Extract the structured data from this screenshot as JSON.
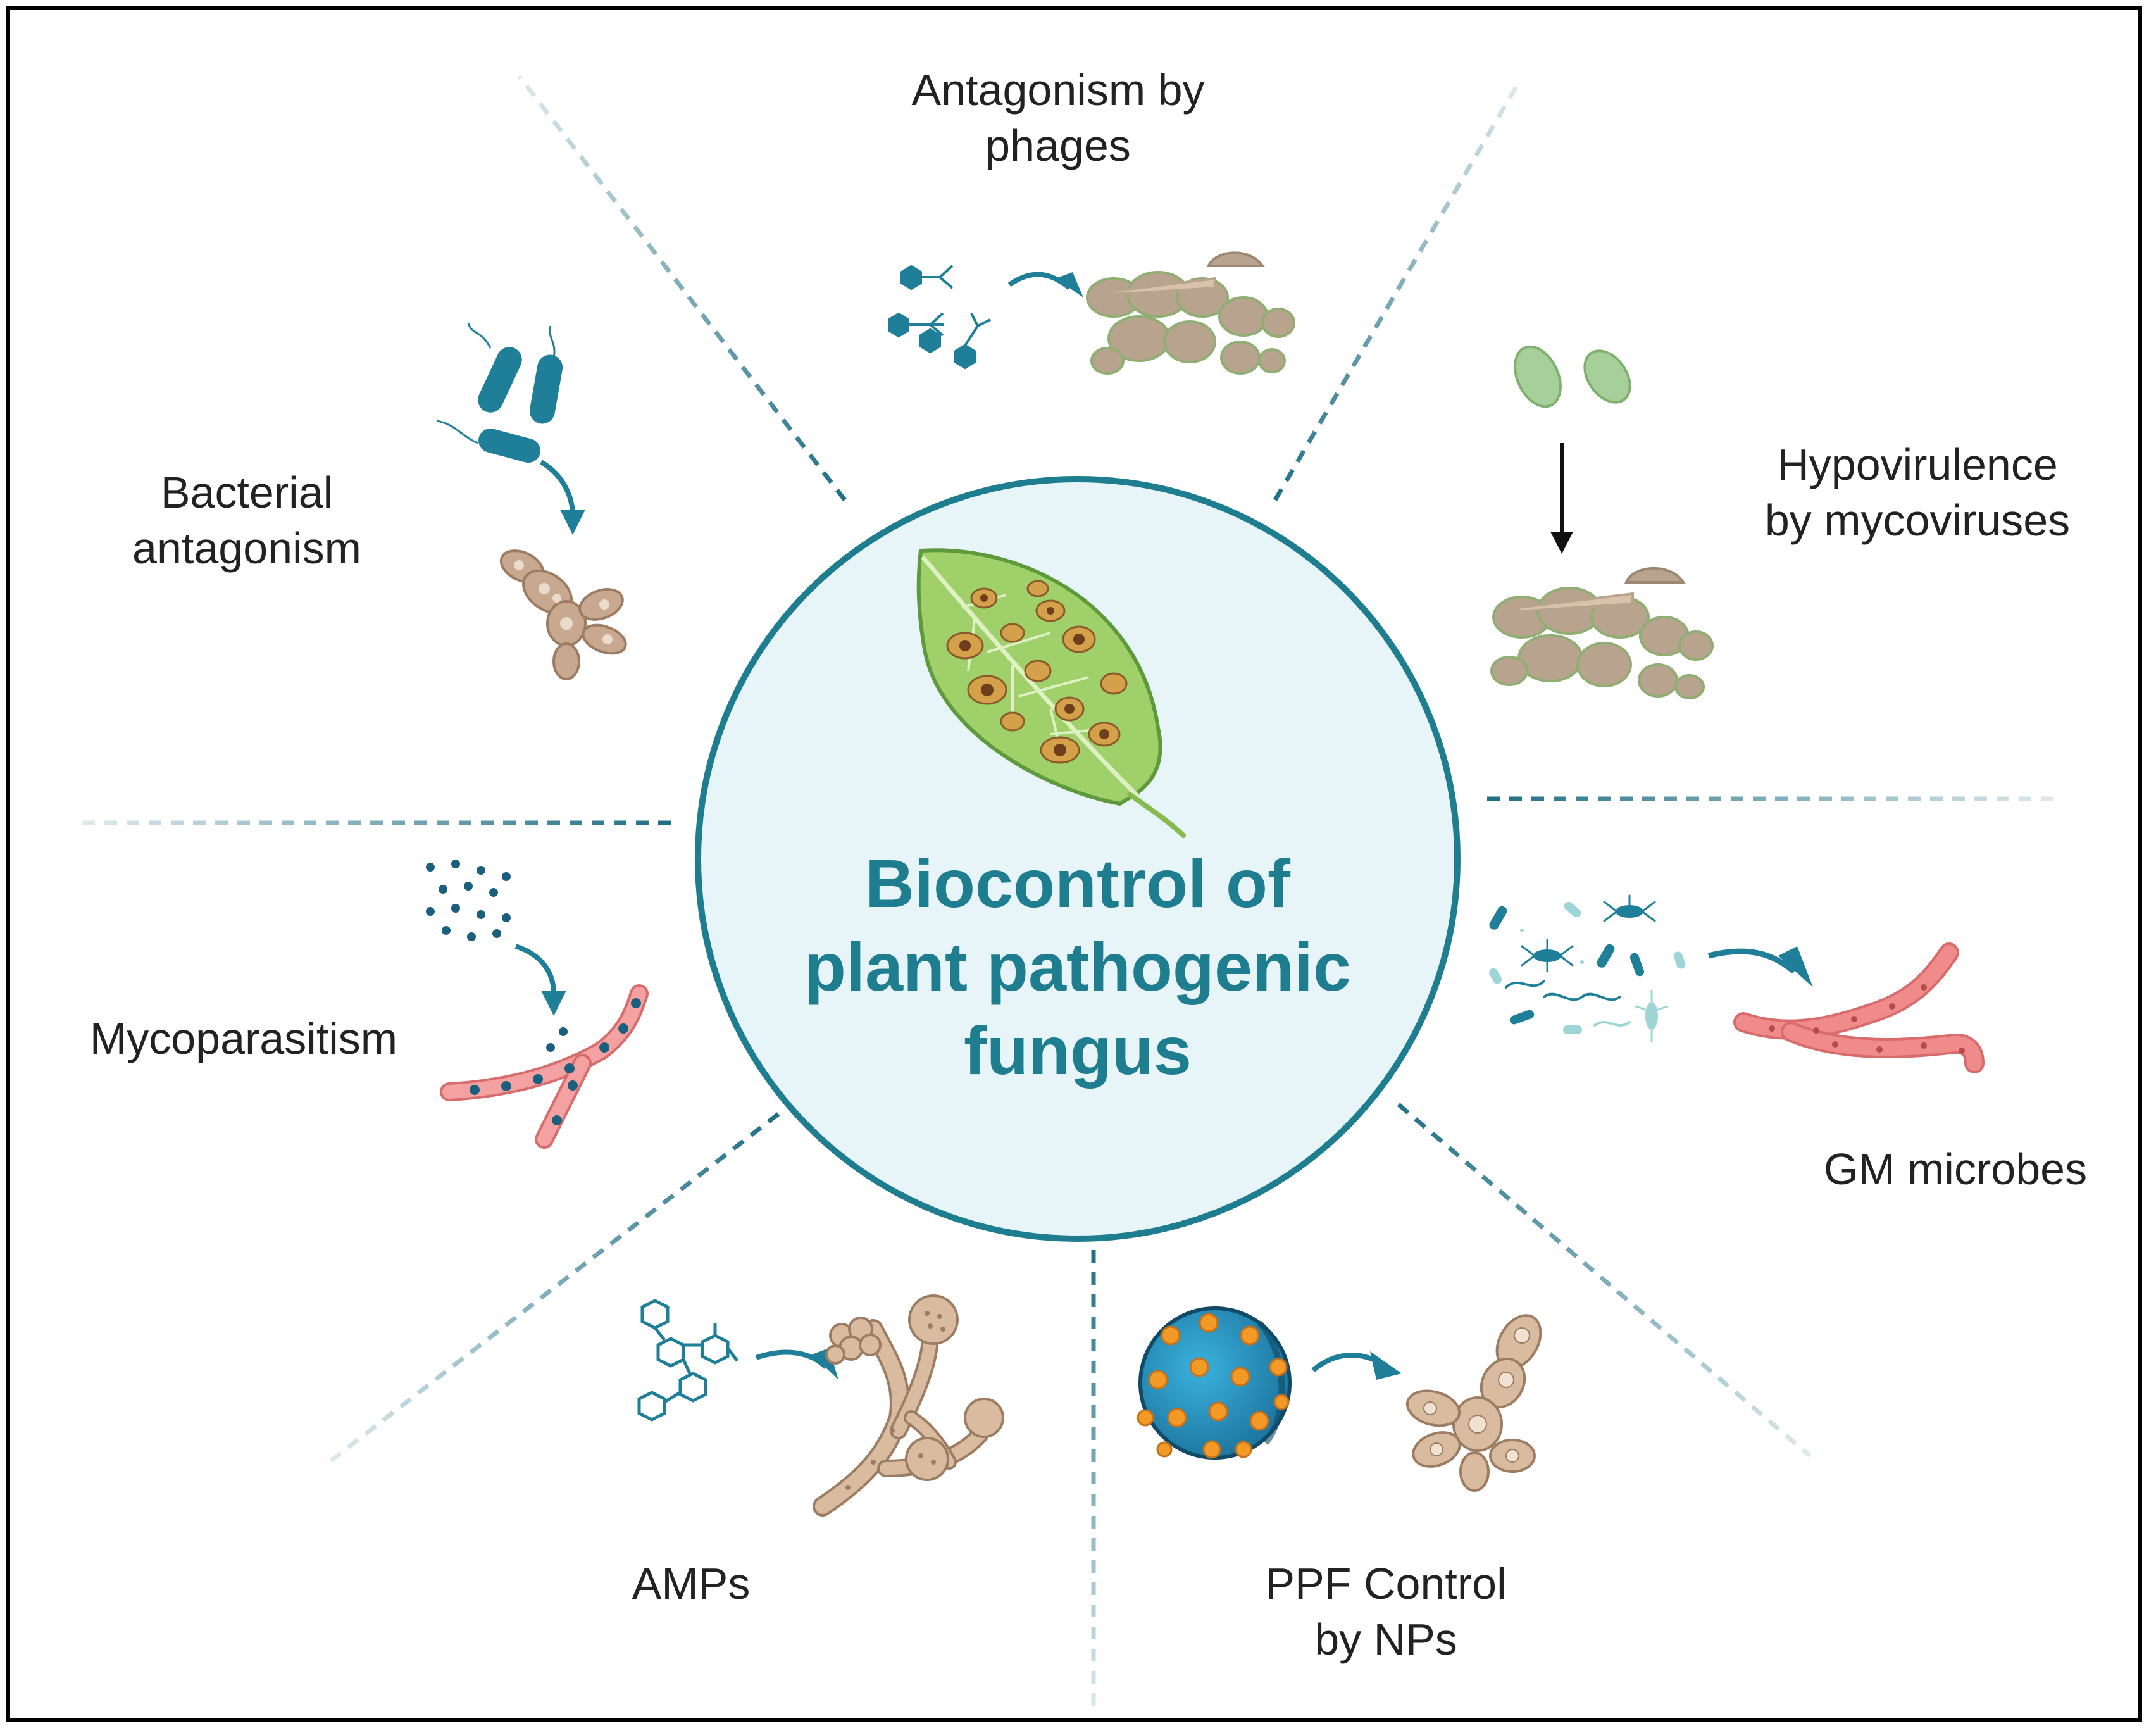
{
  "center": {
    "title_lines": [
      "Biocontrol of",
      "plant pathogenic",
      "fungus"
    ]
  },
  "labels": {
    "phages": [
      "Antagonism by",
      "phages"
    ],
    "bacterial": [
      "Bacterial",
      "antagonism"
    ],
    "hypovirulence": [
      "Hypovirulence",
      "by mycoviruses"
    ],
    "mycoparasitism": [
      "Mycoparasitism"
    ],
    "gm": [
      "GM microbes"
    ],
    "amps": [
      "AMPs"
    ],
    "ppf": [
      "PPF Control",
      "by NPs"
    ]
  },
  "colors": {
    "accent": "#1e7d8f",
    "circle_fill": "#e8f5f8",
    "dash": "#1f6f86",
    "fungus_tan": "#c8a98f",
    "fungus_pink": "#f08b8b",
    "leaf_green": "#9fd06a",
    "virus_green": "#a6cf9a"
  },
  "icons": {
    "center": "leaf-with-lesions-icon",
    "phages": [
      "bacteriophage-icon",
      "fungal-spore-cluster-icon"
    ],
    "bacterial": [
      "rod-bacteria-icon",
      "budding-yeast-icon"
    ],
    "hypovirulence": [
      "mycovirus-particle-icon",
      "fungal-spore-cluster-icon"
    ],
    "mycoparasitism": [
      "spore-dots-icon",
      "pink-hypha-icon"
    ],
    "gm": [
      "mixed-microbes-icon",
      "pink-hypha-icon"
    ],
    "amps": [
      "peptide-molecule-icon",
      "conidiophore-icon"
    ],
    "ppf": [
      "nanoparticle-icon",
      "budding-yeast-icon"
    ]
  }
}
